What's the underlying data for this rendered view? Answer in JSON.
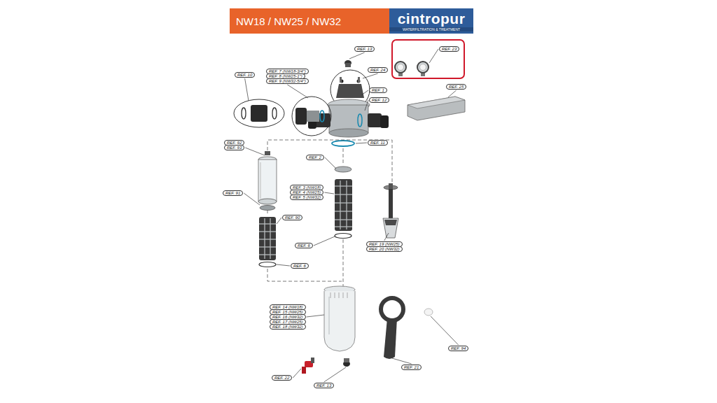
{
  "diagram": {
    "nodes": [
      {
        "text": [
          "NW18 / NW25 / NW32"
        ]
      },
      {
        "text": [
          "cintropur",
          "WATERFILTRATION & TREATMENT"
        ]
      },
      {
        "text": [
          "REF. 13"
        ]
      },
      {
        "text": [
          "REF. 23"
        ]
      },
      {
        "text": [
          "REF. 24"
        ]
      },
      {
        "text": [
          "REF. 7 (NW18-3/4\")"
        ]
      },
      {
        "text": [
          "REF. 8 (NW25-1\")"
        ]
      },
      {
        "text": [
          "REF. 9 (NW32-5/4\")"
        ]
      },
      {
        "text": [
          "REF. 10"
        ]
      },
      {
        "text": [
          "REF. 25"
        ]
      },
      {
        "text": [
          "REF. 1"
        ]
      },
      {
        "text": [
          "REF. 12"
        ]
      },
      {
        "text": [
          "REF. 11"
        ]
      },
      {
        "text": [
          "REF. 92"
        ]
      },
      {
        "text": [
          "REF. 93"
        ]
      },
      {
        "text": [
          "REF. 2"
        ]
      },
      {
        "text": [
          "REF. 3 (NW18)"
        ]
      },
      {
        "text": [
          "REF. 4 (NW25)"
        ]
      },
      {
        "text": [
          "REF. 5 (NW32)"
        ]
      },
      {
        "text": [
          "REF. 91"
        ]
      },
      {
        "text": [
          "REF. 90"
        ]
      },
      {
        "text": [
          "REF. 19 (NW25)"
        ]
      },
      {
        "text": [
          "REF. 20 (NW32)"
        ]
      },
      {
        "text": [
          "REF. 6"
        ]
      },
      {
        "text": [
          "REF. 6"
        ]
      },
      {
        "text": [
          "REF. 14 (NW18)"
        ]
      },
      {
        "text": [
          "REF. 15 (NW25)"
        ]
      },
      {
        "text": [
          "REF. 16 (NW32)"
        ]
      },
      {
        "text": [
          "REF. 17 (NW25)"
        ]
      },
      {
        "text": [
          "REF. 18 (NW32)"
        ]
      },
      {
        "text": [
          "REF. 94"
        ]
      },
      {
        "text": [
          "REF. 21"
        ]
      },
      {
        "text": [
          "REF. 22"
        ]
      },
      {
        "text": [
          "REF. 13"
        ]
      }
    ]
  }
}
